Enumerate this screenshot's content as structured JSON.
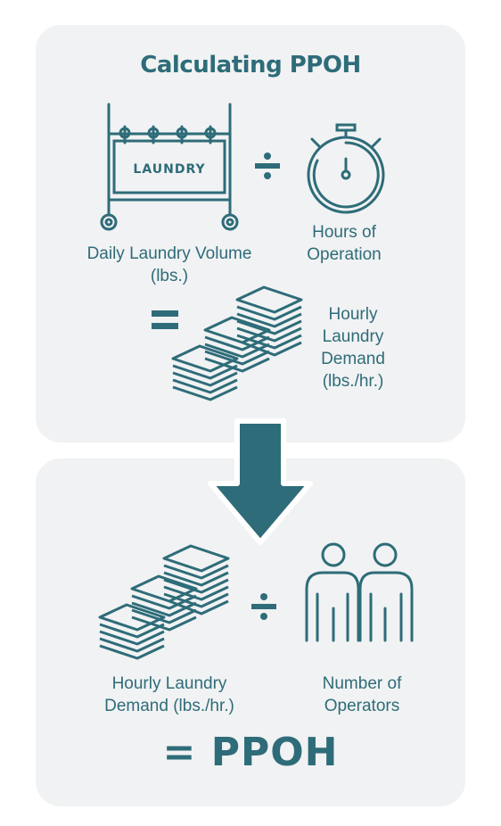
{
  "title": "Calculating PPOH",
  "cart_sign": "LAUNDRY",
  "operators": {
    "divide": "÷",
    "equals": "="
  },
  "labels": {
    "daily_volume_line1": "Daily Laundry Volume",
    "daily_volume_line2": "(lbs.)",
    "hours_line1": "Hours of",
    "hours_line2": "Operation",
    "hourly_demand_line1": "Hourly",
    "hourly_demand_line2": "Laundry",
    "hourly_demand_line3": "Demand",
    "hourly_demand_line4": "(lbs./hr.)",
    "bottom_demand_line1": "Hourly Laundry",
    "bottom_demand_line2": "Demand (lbs./hr.)",
    "operators_line1": "Number of",
    "operators_line2": "Operators"
  },
  "result": "= PPOH",
  "colors": {
    "primary": "#2e6c79",
    "panel": "#f1f2f3"
  },
  "icons": [
    "laundry-cart-icon",
    "stopwatch-icon",
    "folded-towels-icon",
    "down-arrow-icon",
    "operators-icon"
  ]
}
